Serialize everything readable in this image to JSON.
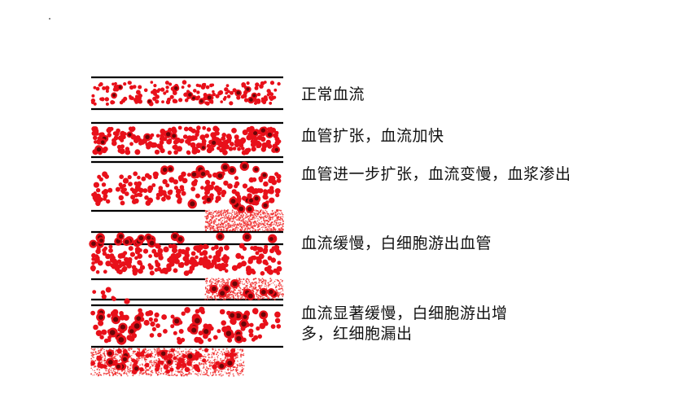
{
  "stages": [
    {
      "label": "正常血流"
    },
    {
      "label": "血管扩张，血流加快"
    },
    {
      "label": "血管进一步扩张，血流变慢，血浆渗出"
    },
    {
      "label": "血流缓慢，白细胞游出血管"
    },
    {
      "label": "血流显著缓慢，白细胞游出增多，红细胞漏出"
    }
  ],
  "colors": {
    "red_cell": "#e8101a",
    "white_cell": "#6a0608",
    "plasma": "#f03030",
    "vessel_wall": "#000000",
    "text": "#111111"
  }
}
